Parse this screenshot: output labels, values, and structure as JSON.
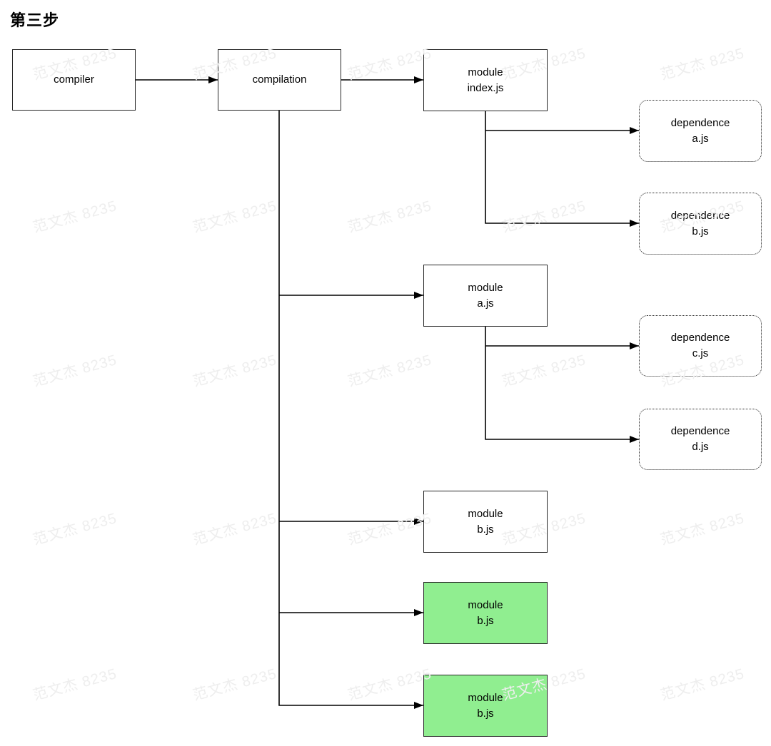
{
  "title": "第三步",
  "watermark": {
    "text": "范文杰 8235"
  },
  "colors": {
    "green_fill": "#90ee90",
    "line": "#000000",
    "watermark": "#eeeeee"
  },
  "nodes": [
    {
      "id": "compiler",
      "label": "compiler",
      "style": "solid"
    },
    {
      "id": "compilation",
      "label": "compilation",
      "style": "solid"
    },
    {
      "id": "module-index",
      "label": "module\nindex.js",
      "style": "solid"
    },
    {
      "id": "dependence-a",
      "label": "dependence\na.js",
      "style": "dotted"
    },
    {
      "id": "dependence-b",
      "label": "dependence\nb.js",
      "style": "dotted"
    },
    {
      "id": "module-a",
      "label": "module\na.js",
      "style": "solid"
    },
    {
      "id": "dependence-c",
      "label": "dependence\nc.js",
      "style": "dotted"
    },
    {
      "id": "dependence-d",
      "label": "dependence\nd.js",
      "style": "dotted"
    },
    {
      "id": "module-b",
      "label": "module\nb.js",
      "style": "solid"
    },
    {
      "id": "module-b-green-1",
      "label": "module\nb.js",
      "style": "green"
    },
    {
      "id": "module-b-green-2",
      "label": "module\nb.js",
      "style": "green"
    }
  ],
  "edges": [
    {
      "from": "compiler",
      "to": "compilation"
    },
    {
      "from": "compilation",
      "to": "module-index"
    },
    {
      "from": "compilation",
      "to": "module-a"
    },
    {
      "from": "compilation",
      "to": "module-b"
    },
    {
      "from": "compilation",
      "to": "module-b-green-1"
    },
    {
      "from": "compilation",
      "to": "module-b-green-2"
    },
    {
      "from": "module-index",
      "to": "dependence-a"
    },
    {
      "from": "module-index",
      "to": "dependence-b"
    },
    {
      "from": "module-a",
      "to": "dependence-c"
    },
    {
      "from": "module-a",
      "to": "dependence-d"
    }
  ]
}
